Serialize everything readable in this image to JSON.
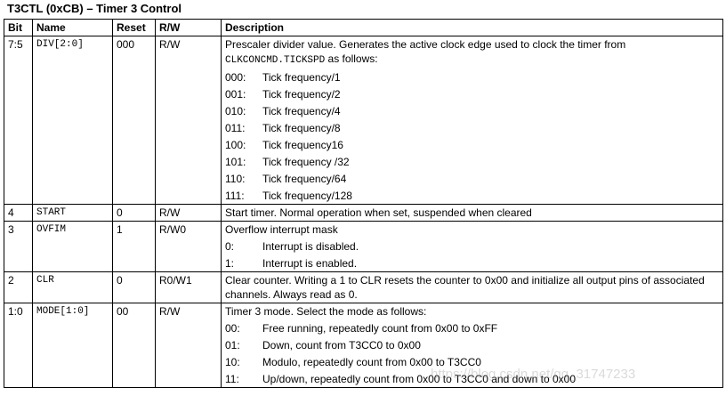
{
  "title": "T3CTL (0xCB) – Timer 3 Control",
  "headers": {
    "bit": "Bit",
    "name": "Name",
    "reset": "Reset",
    "rw": "R/W",
    "description": "Description"
  },
  "rows": [
    {
      "bit": "7:5",
      "name": "DIV[2:0]",
      "reset": "000",
      "rw": "R/W",
      "description": "Prescaler divider value. Generates the active clock edge used to clock the timer from",
      "description_mono": "CLKCONCMD.TICKSPD",
      "description_tail": " as follows:",
      "options": [
        {
          "code": "000:",
          "text": "Tick frequency/1"
        },
        {
          "code": "001:",
          "text": "Tick frequency/2"
        },
        {
          "code": "010:",
          "text": "Tick frequency/4"
        },
        {
          "code": "011:",
          "text": "Tick frequency/8"
        },
        {
          "code": "100:",
          "text": "Tick frequency16"
        },
        {
          "code": "101:",
          "text": "Tick frequency /32"
        },
        {
          "code": "110:",
          "text": "Tick frequency/64"
        },
        {
          "code": "111:",
          "text": "Tick frequency/128"
        }
      ]
    },
    {
      "bit": "4",
      "name": "START",
      "reset": "0",
      "rw": "R/W",
      "description": "Start timer. Normal operation when set, suspended when cleared"
    },
    {
      "bit": "3",
      "name": "OVFIM",
      "reset": "1",
      "rw": "R/W0",
      "description": "Overflow interrupt mask",
      "options": [
        {
          "code": "0:",
          "text": "Interrupt is disabled."
        },
        {
          "code": "1:",
          "text": "Interrupt is enabled."
        }
      ]
    },
    {
      "bit": "2",
      "name": "CLR",
      "reset": "0",
      "rw": "R0/W1",
      "description": "Clear counter. Writing a 1 to CLR resets the counter to 0x00 and initialize all output pins of associated channels. Always read as 0."
    },
    {
      "bit": "1:0",
      "name": "MODE[1:0]",
      "reset": "00",
      "rw": "R/W",
      "description": "Timer 3 mode. Select the mode as follows:",
      "options": [
        {
          "code": "00:",
          "text": "Free running, repeatedly count from 0x00 to 0xFF"
        },
        {
          "code": "01:",
          "text": "Down, count from T3CC0 to 0x00"
        },
        {
          "code": "10:",
          "text": "Modulo, repeatedly count from 0x00 to T3CC0"
        },
        {
          "code": "11:",
          "text": "Up/down, repeatedly count from 0x00 to T3CC0 and down to 0x00"
        }
      ]
    }
  ],
  "watermark": "https://blog.csdn.net/qq_31747233"
}
